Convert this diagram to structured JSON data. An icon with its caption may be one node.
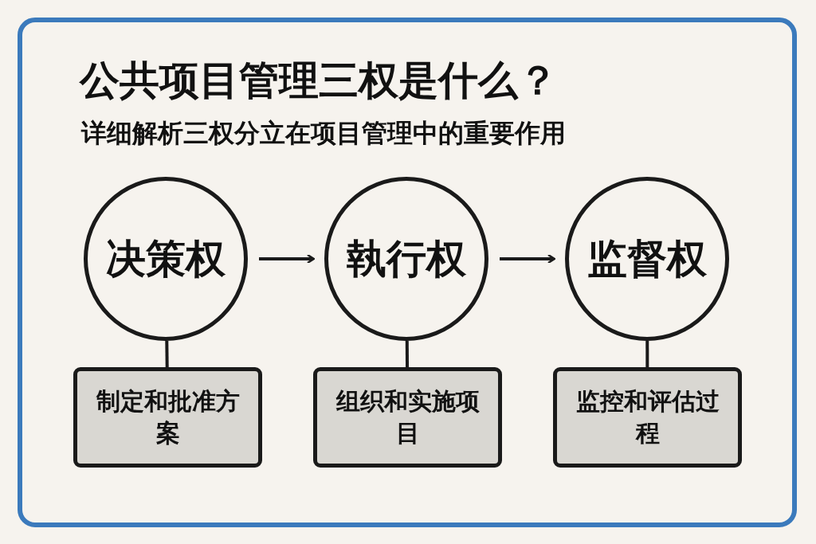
{
  "diagram": {
    "title": "公共项目管理三权是什么？",
    "nodes": [
      {
        "text": [
          "决策权"
        ]
      },
      {
        "text": [
          "執行权"
        ]
      },
      {
        "text": [
          "监督权"
        ]
      },
      {
        "text": [
          "制定和批准方案"
        ]
      },
      {
        "text": [
          "组织和实施项目"
        ]
      },
      {
        "text": [
          "监控和评估过程"
        ]
      }
    ],
    "edges": [
      {
        "from": 0,
        "to": 1,
        "arrow": "to"
      },
      {
        "from": 1,
        "to": 2,
        "arrow": "to"
      },
      {
        "from": 0,
        "to": 3,
        "arrow": "none"
      },
      {
        "from": 1,
        "to": 4,
        "arrow": "none"
      },
      {
        "from": 2,
        "to": 5,
        "arrow": "none"
      }
    ],
    "labels": [
      "详细解析三权分立在项目管理中的重要作用"
    ]
  }
}
